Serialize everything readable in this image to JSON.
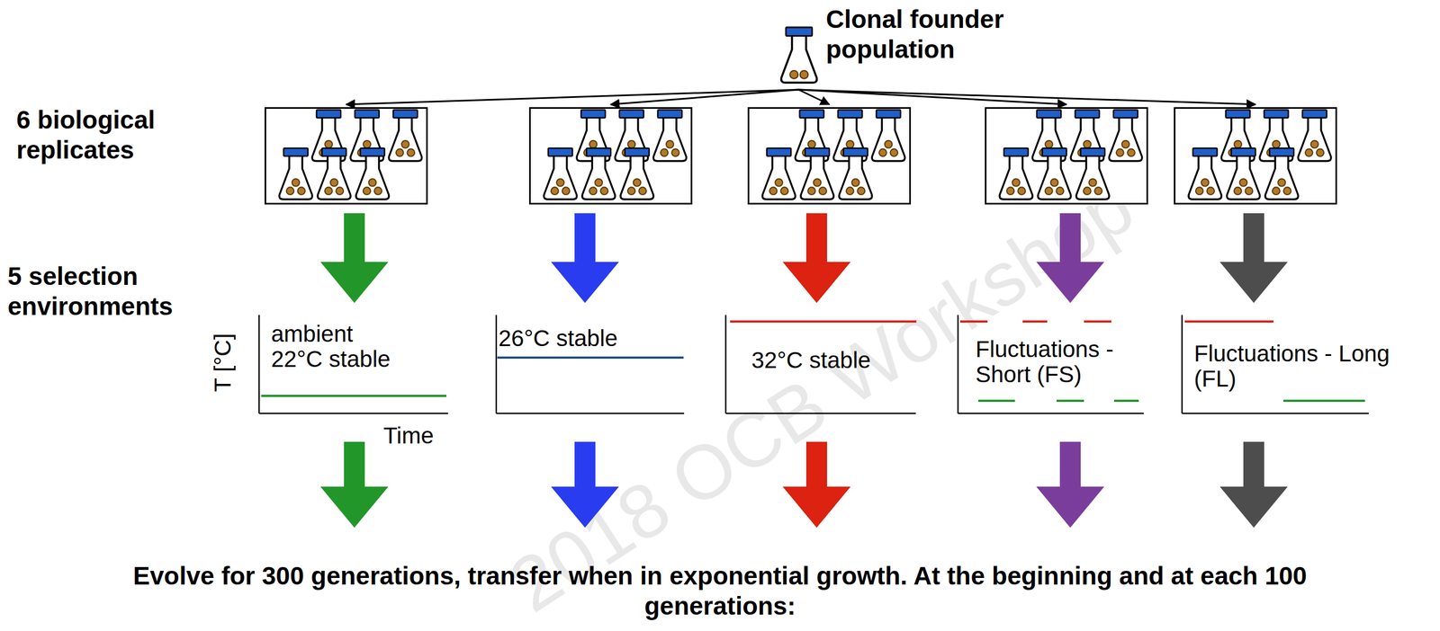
{
  "diagram": {
    "nodes": [
      {
        "text": [
          "Clonal founder population"
        ]
      },
      {
        "text": []
      },
      {
        "text": []
      },
      {
        "text": []
      },
      {
        "text": []
      },
      {
        "text": []
      },
      {
        "text": [
          "ambient 22°C stable"
        ]
      },
      {
        "text": [
          "26°C stable"
        ]
      },
      {
        "text": [
          "32°C stable"
        ]
      },
      {
        "text": [
          "Fluctuations - Short (FS)"
        ]
      },
      {
        "text": [
          "Fluctuations - Long (FL)"
        ]
      }
    ],
    "edges": [
      {
        "from": 0,
        "to": 1,
        "arrow": "to"
      },
      {
        "from": 0,
        "to": 2,
        "arrow": "to"
      },
      {
        "from": 0,
        "to": 3,
        "arrow": "to"
      },
      {
        "from": 0,
        "to": 4,
        "arrow": "to"
      },
      {
        "from": 0,
        "to": 5,
        "arrow": "to"
      },
      {
        "from": 1,
        "to": 6,
        "arrow": "to"
      },
      {
        "from": 2,
        "to": 7,
        "arrow": "to"
      },
      {
        "from": 3,
        "to": 8,
        "arrow": "to"
      },
      {
        "from": 4,
        "to": 9,
        "arrow": "to"
      },
      {
        "from": 5,
        "to": 10,
        "arrow": "to"
      }
    ],
    "labels": [
      "6 biological replicates",
      "5 selection environments",
      "T [°C]",
      "Time",
      "Evolve for 300 generations, transfer when in exponential growth. At the beginning and at each 100 generations:",
      "2018 OCB Workshop"
    ]
  }
}
